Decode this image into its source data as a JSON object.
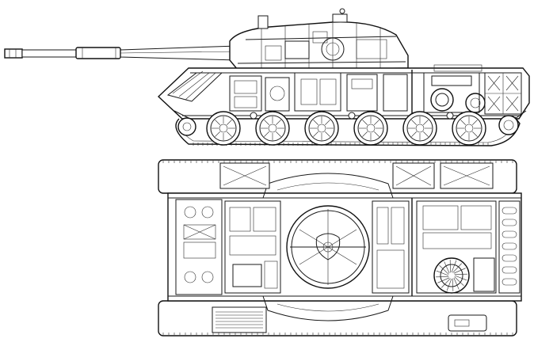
{
  "drawing": {
    "views": [
      {
        "id": "side-view",
        "kind": "side cutaway"
      },
      {
        "id": "top-view",
        "kind": "top cutaway"
      }
    ],
    "colors": {
      "line": "#1a1a1a",
      "background": "#ffffff"
    },
    "components": {
      "road_wheels_side": 6,
      "return_rollers": 3,
      "exhaust_louvers_rear": 4
    }
  }
}
